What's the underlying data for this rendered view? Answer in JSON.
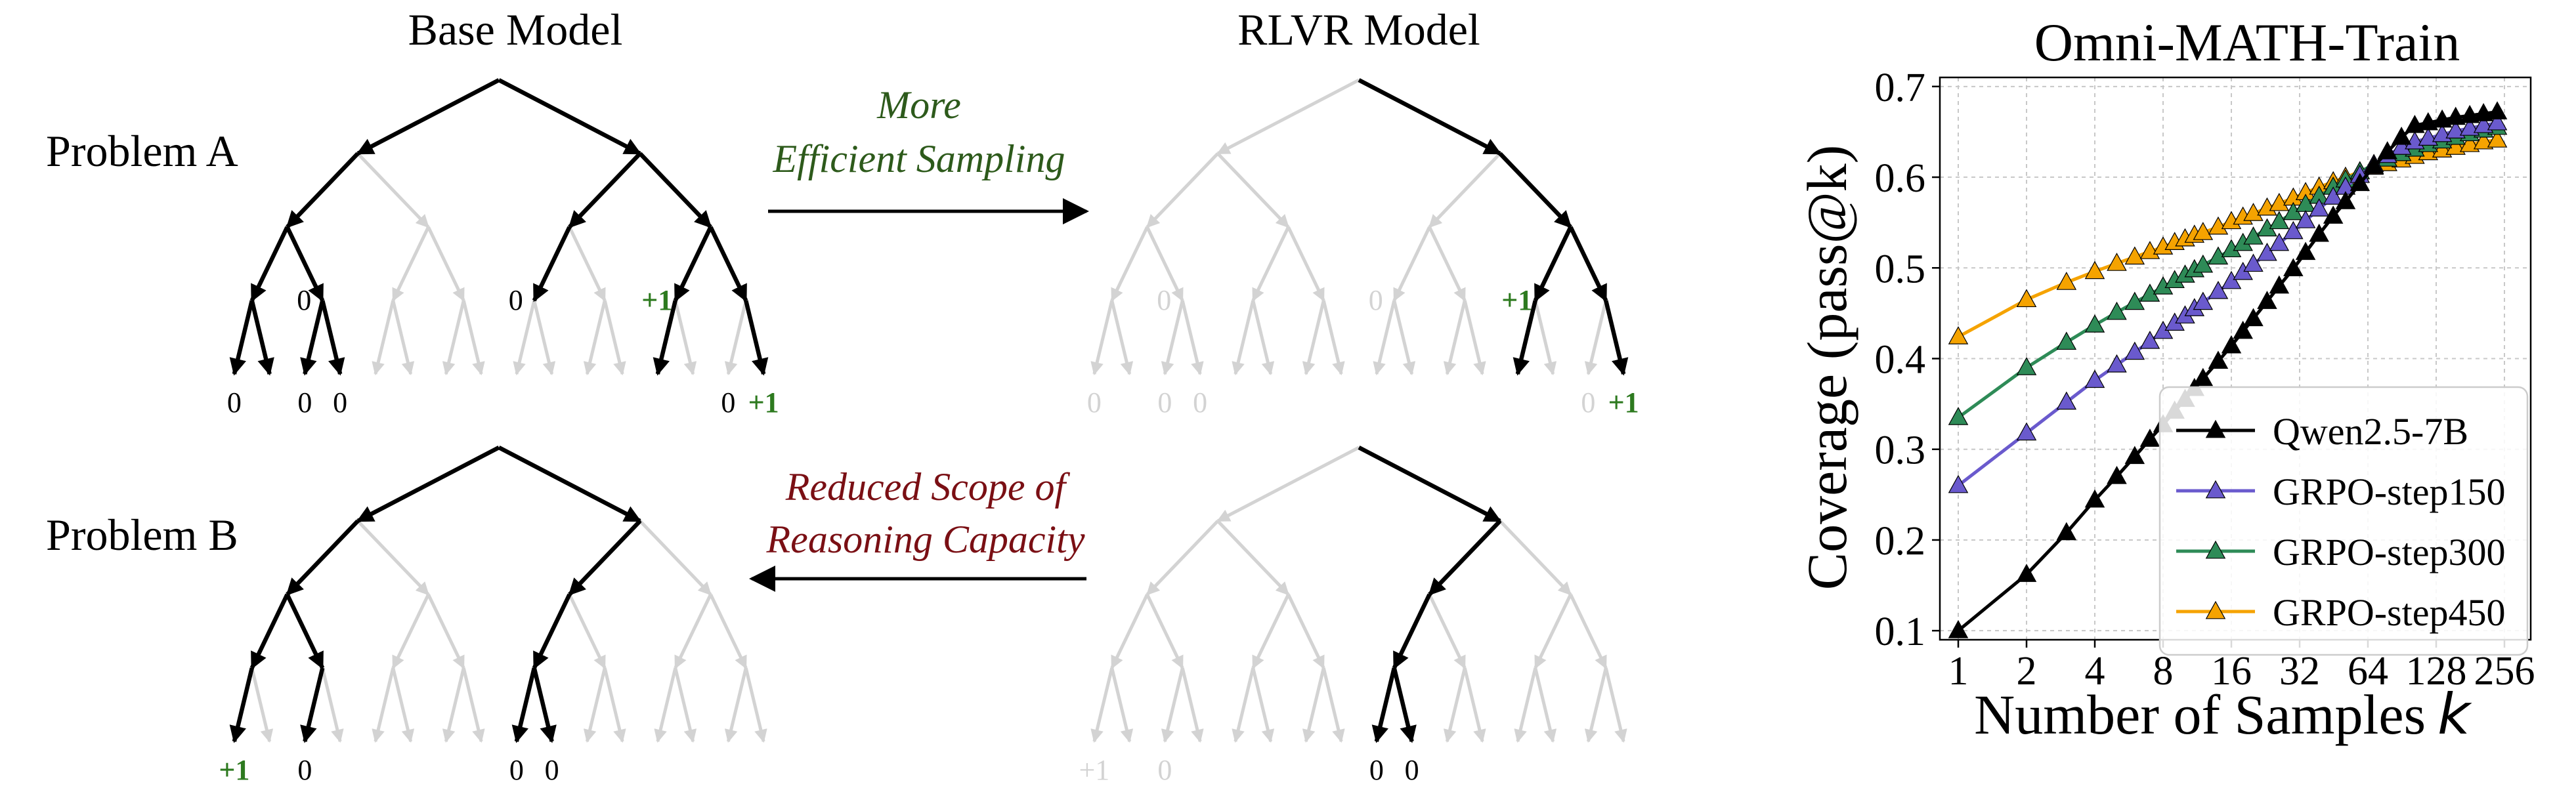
{
  "diagram": {
    "headers": {
      "base": "Base Model",
      "rlvr": "RLVR Model"
    },
    "problems": [
      {
        "label": "Problem A",
        "arrow_text": [
          "More",
          "Efficient Sampling"
        ],
        "arrow_direction": "right",
        "arrow_color": "#2d5a1b",
        "base": {
          "depth": 4,
          "highlighted_paths": [
            "LLLL",
            "LLLR",
            "LLRL",
            "LLRR",
            "RLL",
            "RRLL",
            "RRRR"
          ],
          "rewards": [
            {
              "path": "LLLL",
              "label": "0",
              "type": "zero"
            },
            {
              "path": "LLR",
              "label": "0",
              "type": "zero"
            },
            {
              "path": "LLRL",
              "label": "0",
              "type": "zero"
            },
            {
              "path": "LLRR",
              "label": "0",
              "type": "zero"
            },
            {
              "path": "RLL",
              "label": "0",
              "type": "zero"
            },
            {
              "path": "RRL",
              "label": "+1",
              "type": "positive"
            },
            {
              "path": "RRRL",
              "label": "0",
              "type": "zero"
            },
            {
              "path": "RRRR",
              "label": "+1",
              "type": "positive"
            }
          ]
        },
        "rlvr": {
          "depth": 4,
          "highlighted_paths": [
            "RRLL",
            "RRRR"
          ],
          "rewards": [
            {
              "path": "LLLL",
              "label": "0",
              "type": "faded"
            },
            {
              "path": "LLR",
              "label": "0",
              "type": "faded"
            },
            {
              "path": "LLRL",
              "label": "0",
              "type": "faded"
            },
            {
              "path": "LLRR",
              "label": "0",
              "type": "faded"
            },
            {
              "path": "RLL",
              "label": "0",
              "type": "faded"
            },
            {
              "path": "RRL",
              "label": "+1",
              "type": "positive"
            },
            {
              "path": "RRRL",
              "label": "0",
              "type": "faded"
            },
            {
              "path": "RRRR",
              "label": "+1",
              "type": "positive"
            }
          ]
        }
      },
      {
        "label": "Problem B",
        "arrow_text": [
          "Reduced Scope of",
          "Reasoning Capacity"
        ],
        "arrow_direction": "left",
        "arrow_color": "#7a0f14",
        "base": {
          "depth": 4,
          "highlighted_paths": [
            "LLLL",
            "LLRL",
            "RLLL",
            "RLLR"
          ],
          "rewards": [
            {
              "path": "LLLL",
              "label": "+1",
              "type": "positive"
            },
            {
              "path": "LLRL",
              "label": "0",
              "type": "zero"
            },
            {
              "path": "RLLL",
              "label": "0",
              "type": "zero"
            },
            {
              "path": "RLLR",
              "label": "0",
              "type": "zero"
            }
          ]
        },
        "rlvr": {
          "depth": 4,
          "highlighted_paths": [
            "RLLL",
            "RLLR"
          ],
          "rewards": [
            {
              "path": "LLLL",
              "label": "+1",
              "type": "faded"
            },
            {
              "path": "LLRL",
              "label": "0",
              "type": "faded"
            },
            {
              "path": "RLLL",
              "label": "0",
              "type": "zero"
            },
            {
              "path": "RLLR",
              "label": "0",
              "type": "zero"
            }
          ]
        }
      }
    ]
  },
  "chart_data": {
    "type": "line",
    "title": "Omni-MATH-Train",
    "xlabel": "Number of Samples",
    "xlabel_var": "k",
    "ylabel": "Coverage (pass@k)",
    "xscale": "log2",
    "xlim": [
      1,
      256
    ],
    "ylim": [
      0.09,
      0.71
    ],
    "xticks": [
      1,
      2,
      4,
      8,
      16,
      32,
      64,
      128,
      256
    ],
    "xtick_labels": [
      "1",
      "2",
      "4",
      "8",
      "16",
      "32",
      "64",
      "128",
      "256"
    ],
    "yticks": [
      0.1,
      0.2,
      0.3,
      0.4,
      0.5,
      0.6,
      0.7
    ],
    "ytick_labels": [
      "0.1",
      "0.2",
      "0.3",
      "0.4",
      "0.5",
      "0.6",
      "0.7"
    ],
    "grid": true,
    "legend_position": "lower-right",
    "x": [
      1,
      2,
      3,
      4,
      5,
      6,
      7,
      8,
      9,
      10,
      11,
      12,
      13,
      14,
      15,
      16,
      17,
      18,
      19,
      20,
      21,
      22,
      23,
      24,
      25,
      26,
      27,
      28,
      29,
      30,
      31,
      32
    ],
    "x_log2": [
      0,
      1,
      1.585,
      2,
      2.322,
      2.585,
      2.807,
      3,
      3.17,
      3.322,
      3.459,
      3.585,
      3.7,
      3.807,
      3.907,
      4,
      4.2,
      4.35,
      4.5,
      4.65,
      4.8,
      4.95,
      5.1,
      5.25,
      5.4,
      5.55,
      5.7,
      5.85,
      6,
      6.15,
      6.3,
      6.45
    ],
    "series": [
      {
        "name": "Qwen2.5-7B",
        "color": "#000000",
        "x": [
          1,
          2,
          3,
          4,
          5,
          6,
          7,
          8,
          9,
          10,
          11,
          12,
          14,
          16,
          18,
          20,
          23,
          26,
          30,
          34,
          39,
          45,
          51,
          59,
          68,
          78,
          90,
          103,
          118,
          136,
          156,
          180,
          207,
          238
        ],
        "values": [
          0.1,
          0.162,
          0.208,
          0.244,
          0.27,
          0.292,
          0.311,
          0.327,
          0.342,
          0.355,
          0.367,
          0.378,
          0.397,
          0.414,
          0.43,
          0.444,
          0.463,
          0.48,
          0.499,
          0.517,
          0.537,
          0.557,
          0.573,
          0.593,
          0.612,
          0.628,
          0.644,
          0.657,
          0.66,
          0.663,
          0.666,
          0.668,
          0.67,
          0.672
        ]
      },
      {
        "name": "GRPO-step150",
        "color": "#6a5acd",
        "x": [
          1,
          2,
          3,
          4,
          5,
          6,
          7,
          8,
          9,
          10,
          11,
          12,
          14,
          16,
          18,
          20,
          23,
          26,
          30,
          34,
          39,
          45,
          51,
          59,
          68,
          78,
          90,
          103,
          118,
          136,
          156,
          180,
          207,
          238
        ],
        "values": [
          0.26,
          0.318,
          0.352,
          0.376,
          0.393,
          0.407,
          0.419,
          0.43,
          0.439,
          0.447,
          0.455,
          0.462,
          0.474,
          0.485,
          0.495,
          0.504,
          0.516,
          0.527,
          0.54,
          0.552,
          0.565,
          0.578,
          0.589,
          0.602,
          0.614,
          0.624,
          0.633,
          0.639,
          0.643,
          0.647,
          0.651,
          0.654,
          0.657,
          0.66
        ]
      },
      {
        "name": "GRPO-step300",
        "color": "#2e8b57",
        "x": [
          1,
          2,
          3,
          4,
          5,
          6,
          7,
          8,
          9,
          10,
          11,
          12,
          14,
          16,
          18,
          20,
          23,
          26,
          30,
          34,
          39,
          45,
          51,
          59,
          68,
          78,
          90,
          103,
          118,
          136,
          156,
          180,
          207,
          238
        ],
        "values": [
          0.335,
          0.39,
          0.418,
          0.437,
          0.451,
          0.462,
          0.471,
          0.479,
          0.486,
          0.492,
          0.498,
          0.503,
          0.512,
          0.52,
          0.527,
          0.534,
          0.543,
          0.551,
          0.561,
          0.57,
          0.579,
          0.589,
          0.597,
          0.606,
          0.614,
          0.62,
          0.626,
          0.631,
          0.636,
          0.64,
          0.644,
          0.648,
          0.652,
          0.655
        ]
      },
      {
        "name": "GRPO-step450",
        "color": "#f5a300",
        "x": [
          1,
          2,
          3,
          4,
          5,
          6,
          7,
          8,
          9,
          10,
          11,
          12,
          14,
          16,
          18,
          20,
          23,
          26,
          30,
          34,
          39,
          45,
          51,
          59,
          68,
          78,
          90,
          103,
          118,
          136,
          156,
          180,
          207,
          238
        ],
        "values": [
          0.424,
          0.465,
          0.484,
          0.496,
          0.505,
          0.512,
          0.518,
          0.523,
          0.528,
          0.532,
          0.536,
          0.539,
          0.545,
          0.551,
          0.556,
          0.56,
          0.566,
          0.571,
          0.577,
          0.583,
          0.589,
          0.595,
          0.6,
          0.606,
          0.611,
          0.615,
          0.619,
          0.623,
          0.627,
          0.63,
          0.633,
          0.636,
          0.639,
          0.641
        ]
      }
    ]
  }
}
